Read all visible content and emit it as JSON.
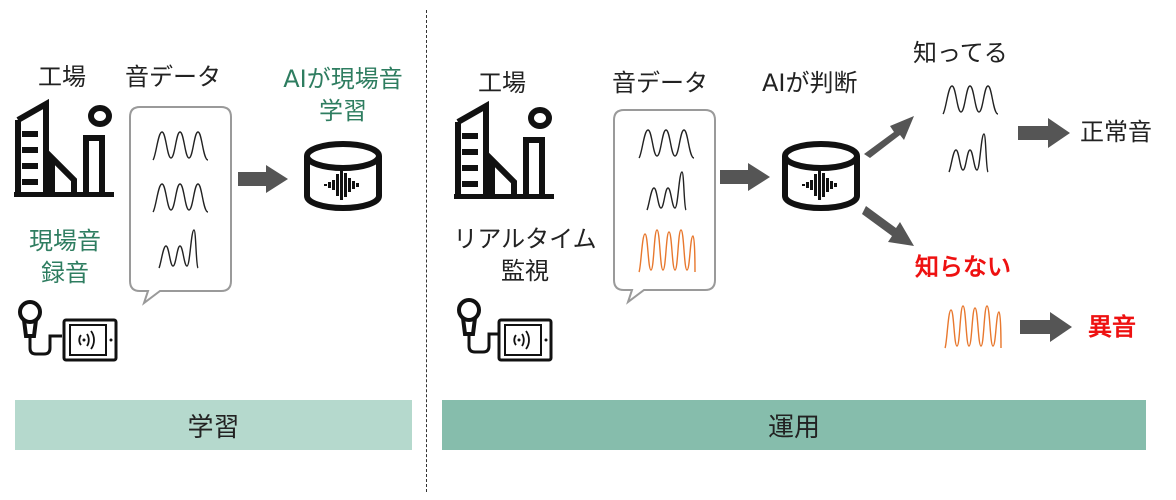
{
  "learning": {
    "factory_label": "工場",
    "sound_data_label": "音データ",
    "ai_learning_label_1": "AIが現場音",
    "ai_learning_label_2": "学習",
    "recording_label_1": "現場音",
    "recording_label_2": "録音",
    "band_label": "学習"
  },
  "operation": {
    "factory_label": "工場",
    "sound_data_label": "音データ",
    "ai_judge_label": "AIが判断",
    "realtime_label_1": "リアルタイム",
    "realtime_label_2": "監視",
    "known_label": "知ってる",
    "unknown_label": "知らない",
    "normal_label": "正常音",
    "abnormal_label": "異音",
    "band_label": "運用"
  },
  "colors": {
    "teal_text": "#2e7d60",
    "learn_band": "#b5d9cd",
    "op_band": "#86bdac",
    "arrow": "#555555",
    "wave_normal": "#222222",
    "wave_abnormal": "#e8782e",
    "alert_red": "#ee1111"
  },
  "icons": [
    "factory-icon",
    "microphone-icon",
    "tablet-icon",
    "database-icon",
    "sound-wave-icon",
    "arrow-right-icon"
  ]
}
